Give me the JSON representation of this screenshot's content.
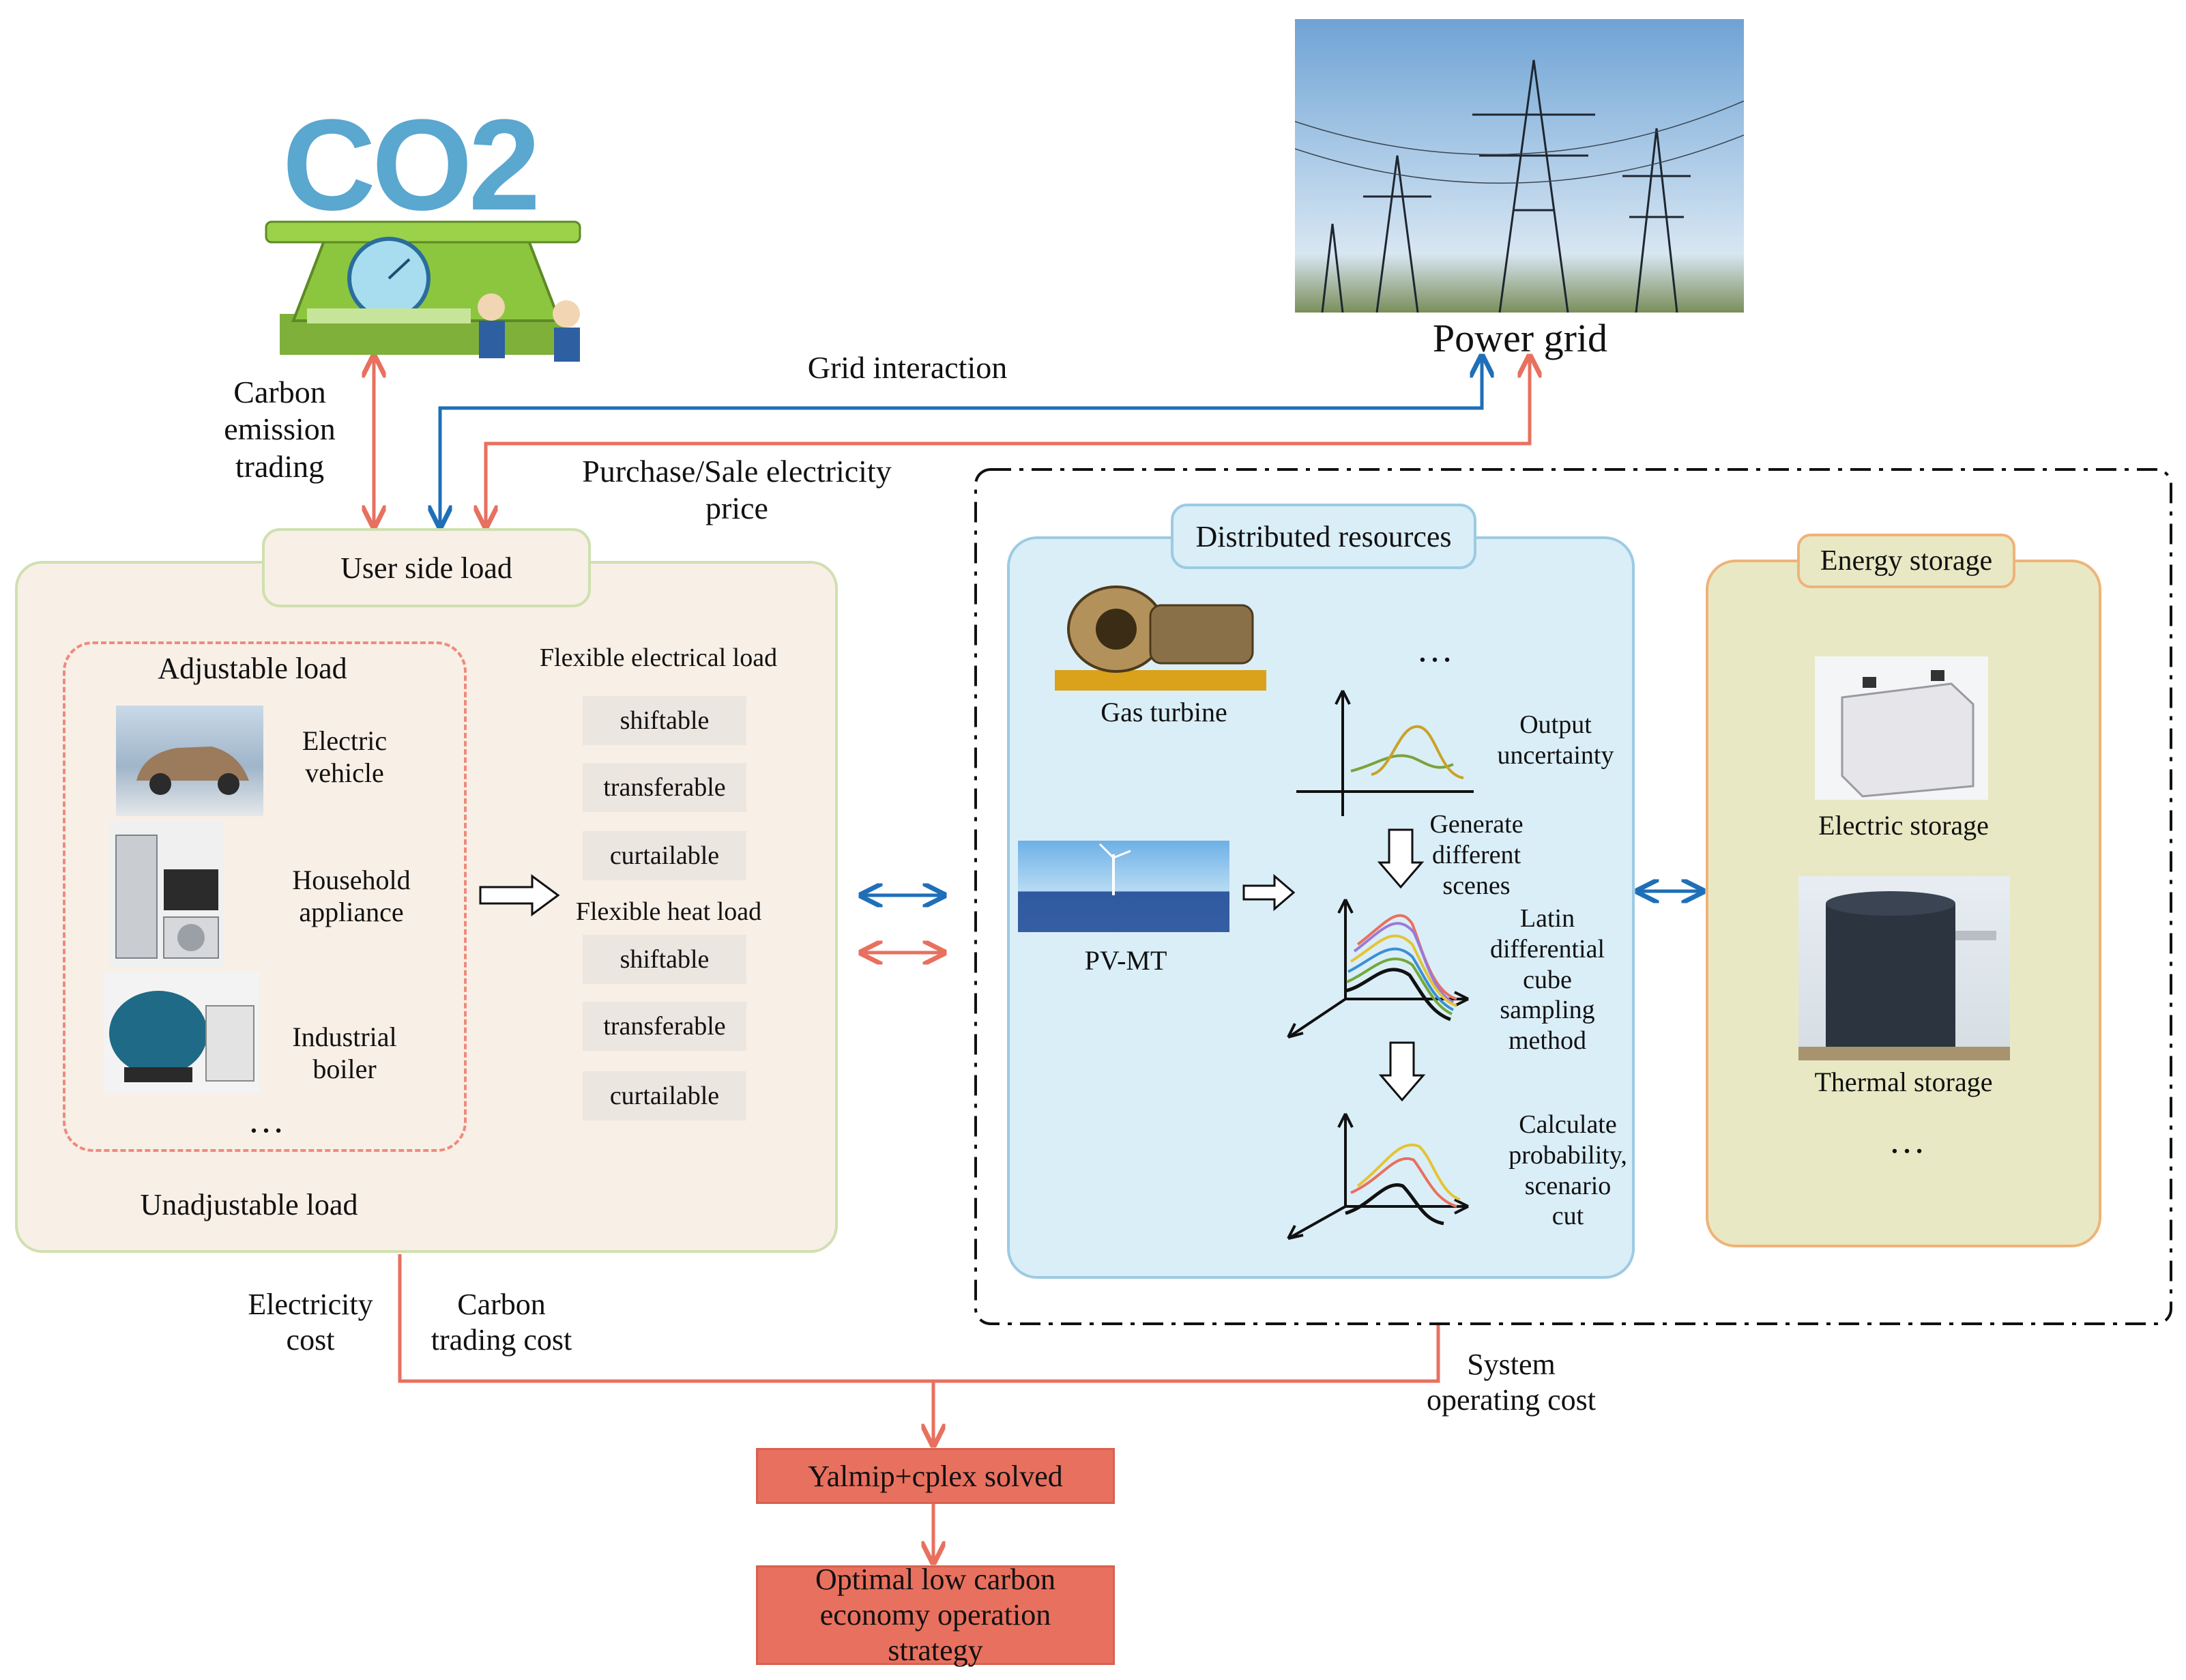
{
  "top": {
    "co2_text": "CO2",
    "power_grid": "Power grid",
    "carbon_trading": "Carbon\nemission\ntrading",
    "grid_interaction": "Grid interaction",
    "purchase_price": "Purchase/Sale electricity\nprice"
  },
  "user": {
    "title": "User side load",
    "adjustable": "Adjustable load",
    "items": [
      "Electric\nvehicle",
      "Household\nappliance",
      "Industrial\nboiler"
    ],
    "ellipsis": "…",
    "unadjustable": "Unadjustable load",
    "flex_elec_title": "Flexible electrical load",
    "flex_heat_title": "Flexible heat load",
    "flex_elec": [
      "shiftable",
      "transferable",
      "curtailable"
    ],
    "flex_heat": [
      "shiftable",
      "transferable",
      "curtailable"
    ]
  },
  "dist": {
    "title": "Distributed resources",
    "gas_turbine": "Gas turbine",
    "pv": "PV-MT",
    "ellipsis": "…",
    "output_uncertainty": "Output\nuncertainty",
    "generate": "Generate\ndifferent\nscenes",
    "latin": "Latin\ndifferential\ncube\nsampling\nmethod",
    "calculate": "Calculate\nprobability,\nscenario\ncut"
  },
  "storage": {
    "title": "Energy storage",
    "electric": "Electric storage",
    "thermal": "Thermal  storage",
    "ellipsis": "…"
  },
  "bottom": {
    "electricity_cost": "Electricity\ncost",
    "carbon_cost": "Carbon\ntrading cost",
    "system_cost": "System\noperating cost",
    "solver": "Yalmip+cplex solved",
    "strategy": "Optimal low carbon\neconomy operation\nstrategy"
  },
  "colors": {
    "red_line": "#e8705f",
    "blue_line": "#1f6fb8",
    "user_fill": "#f8efe6",
    "user_border": "#cfe0b0",
    "dist_fill": "#daeef8",
    "dist_border": "#9ccbe3",
    "storage_fill": "#e8e9c4",
    "storage_border": "#f0b27a",
    "result_fill": "#e8705f"
  }
}
